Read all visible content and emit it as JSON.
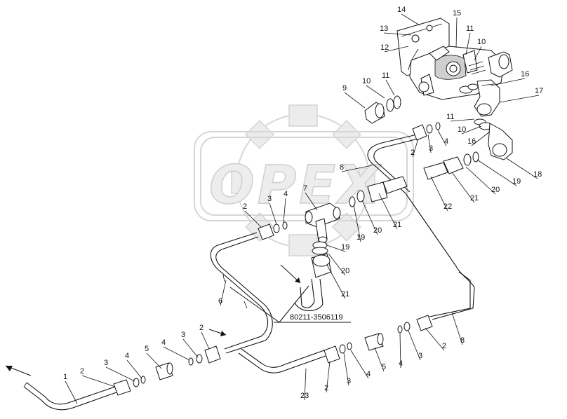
{
  "watermark": {
    "text": "OPEX"
  },
  "code_label": "80211-3506119",
  "callouts": [
    {
      "text": "14"
    },
    {
      "text": "15"
    },
    {
      "text": "13"
    },
    {
      "text": "11"
    },
    {
      "text": "12"
    },
    {
      "text": "10"
    },
    {
      "text": "11"
    },
    {
      "text": "10"
    },
    {
      "text": "9"
    },
    {
      "text": "16"
    },
    {
      "text": "17"
    },
    {
      "text": "11"
    },
    {
      "text": "10"
    },
    {
      "text": "16"
    },
    {
      "text": "4"
    },
    {
      "text": "3"
    },
    {
      "text": "2"
    },
    {
      "text": "8"
    },
    {
      "text": "19"
    },
    {
      "text": "18"
    },
    {
      "text": "20"
    },
    {
      "text": "21"
    },
    {
      "text": "22"
    },
    {
      "text": "7"
    },
    {
      "text": "4"
    },
    {
      "text": "3"
    },
    {
      "text": "2"
    },
    {
      "text": "19"
    },
    {
      "text": "20"
    },
    {
      "text": "21"
    },
    {
      "text": "19"
    },
    {
      "text": "20"
    },
    {
      "text": "21"
    },
    {
      "text": "6"
    },
    {
      "text": "2"
    },
    {
      "text": "3"
    },
    {
      "text": "4"
    },
    {
      "text": "5"
    },
    {
      "text": "4"
    },
    {
      "text": "3"
    },
    {
      "text": "2"
    },
    {
      "text": "1"
    },
    {
      "text": "2"
    },
    {
      "text": "3"
    },
    {
      "text": "4"
    },
    {
      "text": "5"
    },
    {
      "text": "4"
    },
    {
      "text": "3"
    },
    {
      "text": "2"
    },
    {
      "text": "8"
    },
    {
      "text": "23"
    }
  ]
}
